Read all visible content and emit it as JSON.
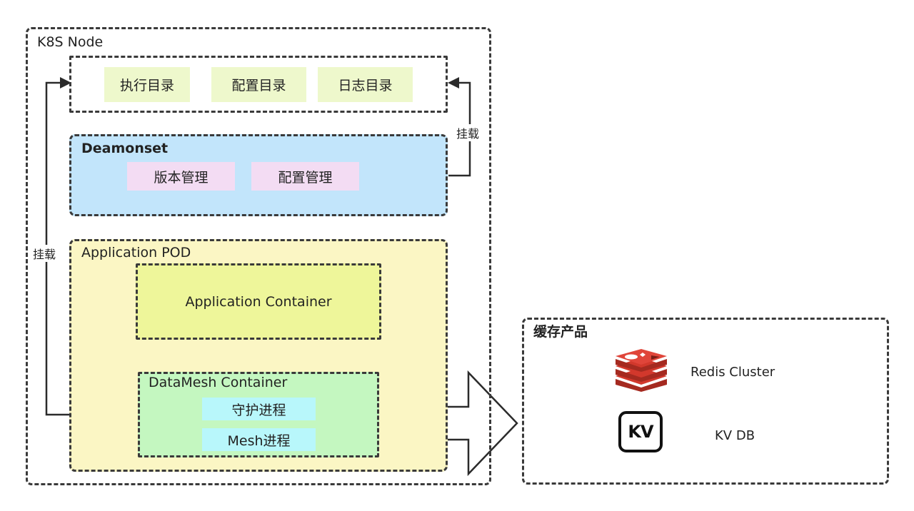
{
  "k8s_node": {
    "title": "K8S Node",
    "dirs": [
      "执行目录",
      "配置目录",
      "日志目录"
    ],
    "daemonset": {
      "title": "Deamonset",
      "items": [
        "版本管理",
        "配置管理"
      ]
    },
    "mount_left": "挂载",
    "mount_right": "挂载",
    "app_pod": {
      "title": "Application POD",
      "app_container": "Application Container",
      "datamesh": {
        "title": "DataMesh Container",
        "items": [
          "守护进程",
          "Mesh进程"
        ]
      }
    }
  },
  "cache": {
    "title": "缓存产品",
    "products": [
      {
        "name": "Redis Cluster",
        "icon": "redis-logo-icon"
      },
      {
        "name": "KV DB",
        "icon": "kv-logo-icon"
      }
    ]
  },
  "colors": {
    "dir_chip": "#eef8cc",
    "daemonset_bg": "#c2e5fb",
    "daemon_chip": "#f3dcf3",
    "pod_bg": "#fbf6c4",
    "app_container_bg": "#eef69a",
    "datamesh_bg": "#c4f7c0",
    "datamesh_chip": "#b8f7fb",
    "redis_red": "#d2382c"
  }
}
